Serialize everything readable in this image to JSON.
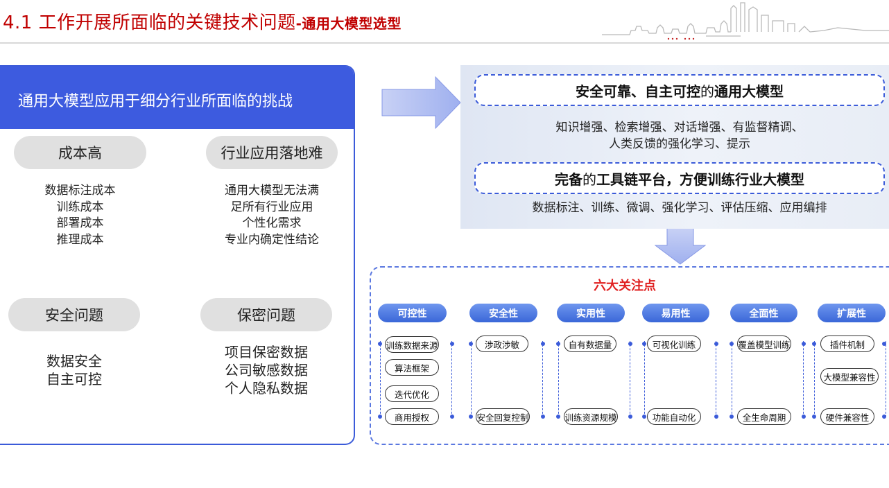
{
  "header": {
    "title_main": "4.1 工作开展所面临的关键技术问题",
    "title_sub": "-通用大模型选型"
  },
  "left_panel": {
    "heading": "通用大模型应用于细分行业所面临的挑战",
    "groups": [
      {
        "label": "成本高",
        "items": [
          "数据标注成本",
          "训练成本",
          "部署成本",
          "推理成本"
        ]
      },
      {
        "label": "行业应用落地难",
        "items": [
          "通用大模型无法满",
          "足所有行业应用",
          "个性化需求",
          "专业内确定性结论"
        ]
      },
      {
        "label": "安全问题",
        "items": [
          "数据安全",
          "自主可控"
        ]
      },
      {
        "label": "保密问题",
        "items": [
          "项目保密数据",
          "公司敏感数据",
          "个人隐私数据"
        ]
      }
    ]
  },
  "right_panel": {
    "box1": {
      "part_a": "安全可靠、自主可控",
      "part_b": "的",
      "part_c": "通用大模型"
    },
    "box1_desc": [
      "知识增强、检索增强、对话增强、有监督精调、",
      "人类反馈的强化学习、提示"
    ],
    "box2": {
      "part_a": "完备",
      "part_b": "的",
      "part_c": "工具链平台，方便训练行业大模型"
    },
    "box2_desc": "数据标注、训练、微调、强化学习、评估压缩、应用编排"
  },
  "focus": {
    "title": "六大关注点",
    "columns": [
      {
        "label": "可控性",
        "chips": [
          "训练数据来源",
          "算法框架",
          "迭代优化",
          "商用授权"
        ]
      },
      {
        "label": "安全性",
        "chips": [
          "涉政涉敏",
          "安全回复控制"
        ]
      },
      {
        "label": "实用性",
        "chips": [
          "自有数据量",
          "训练资源规模"
        ]
      },
      {
        "label": "易用性",
        "chips": [
          "可视化训练",
          "功能自动化"
        ]
      },
      {
        "label": "全面性",
        "chips": [
          "覆盖模型训练",
          "全生命周期"
        ]
      },
      {
        "label": "扩展性",
        "chips": [
          "插件机制",
          "大模型兼容性",
          "硬件兼容性"
        ]
      }
    ]
  },
  "colors": {
    "title_red": "#c00000",
    "accent_blue": "#3d5bdf",
    "focus_red": "#e02020",
    "pill_gray": "#e0e0e0"
  }
}
